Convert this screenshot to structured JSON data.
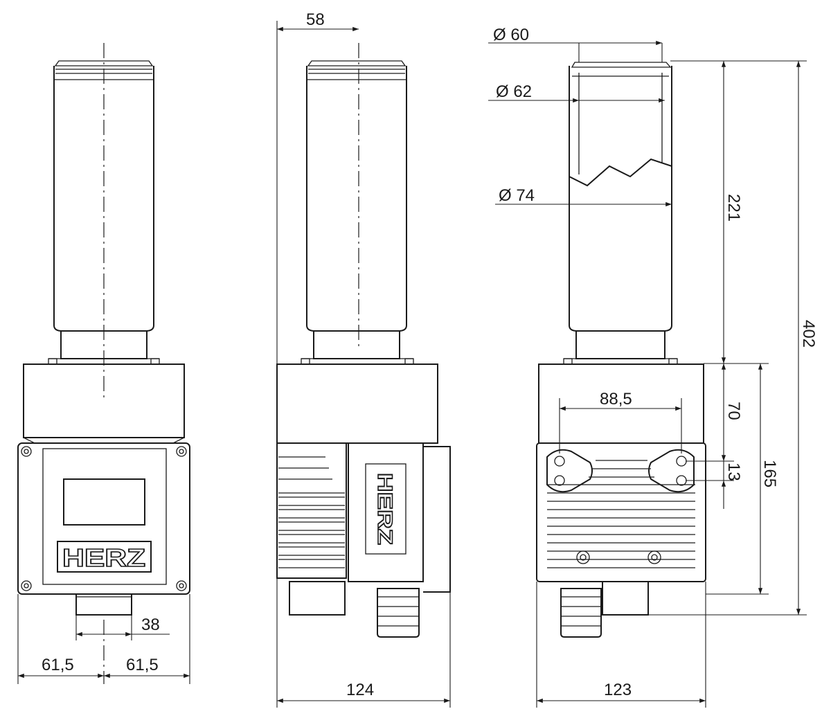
{
  "brand": {
    "logo_text": "HERZ"
  },
  "front_view": {
    "dims": {
      "pipe_width": "38",
      "half_left": "61,5",
      "half_right": "61,5"
    }
  },
  "side_view": {
    "dims": {
      "offset": "58",
      "width": "124"
    }
  },
  "rear_view": {
    "dims": {
      "d_60": "Ø 60",
      "d_62": "Ø 62",
      "d_74": "Ø 74",
      "hole_spacing": "88,5",
      "h_pipe": "221",
      "h_total": "402",
      "h_70": "70",
      "h_13": "13",
      "h_165": "165",
      "width": "123"
    }
  }
}
